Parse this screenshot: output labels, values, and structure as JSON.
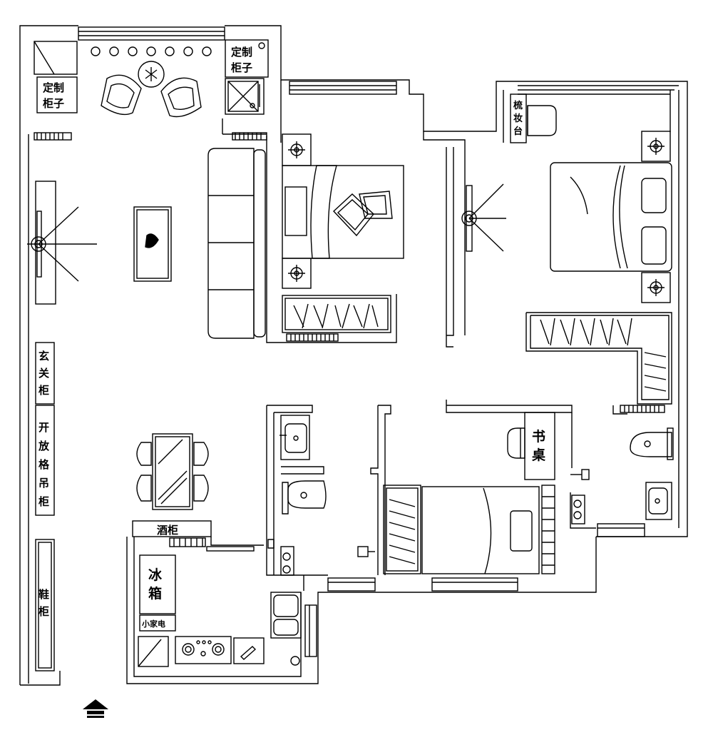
{
  "labels": {
    "custom_cabinet_top": "定制柜子",
    "custom_cabinet_left": "定制柜子",
    "vanity": "梳妆台",
    "entry_cabinet": "玄关柜",
    "open_hanging_cabinet": "开放格吊柜",
    "shoe_cabinet": "鞋柜",
    "wine_cabinet": "酒柜",
    "fridge": "冰箱",
    "small_appliances": "小家电",
    "desk": "书桌"
  },
  "colors": {
    "line": "#000000",
    "background": "#ffffff"
  },
  "icons": {
    "entrance": "entrance-arrow-icon"
  }
}
